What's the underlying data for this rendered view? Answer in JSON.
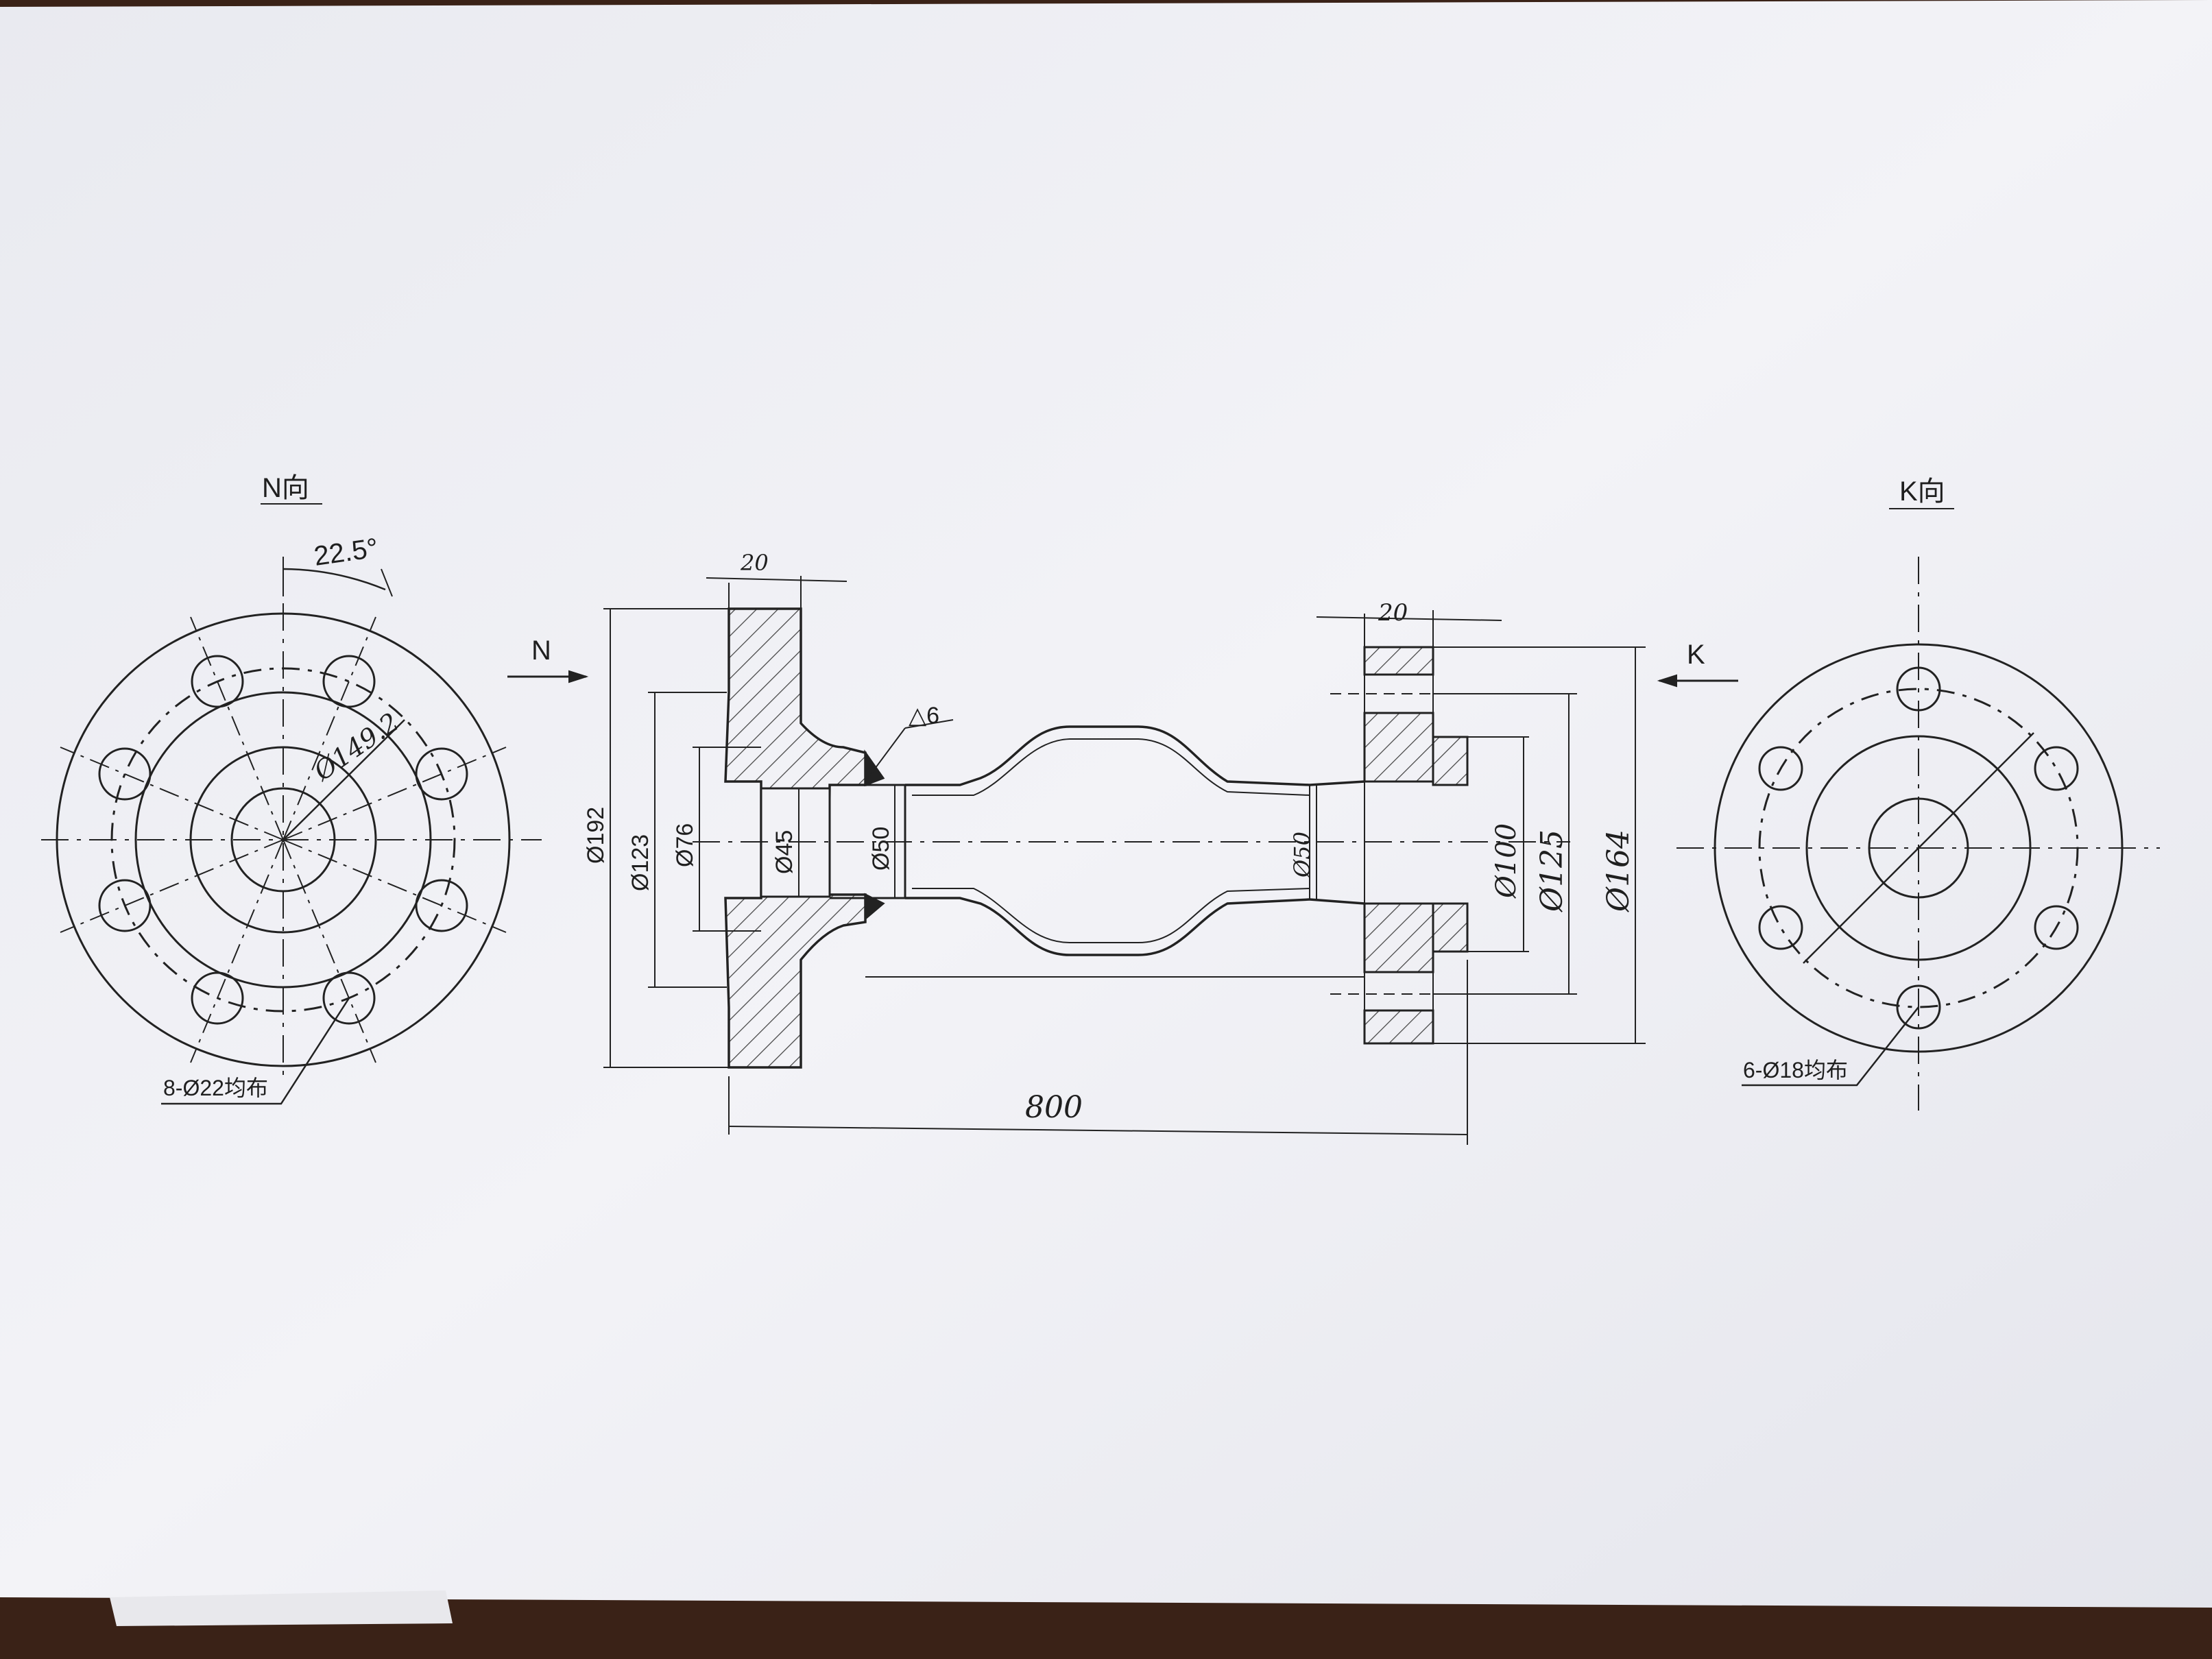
{
  "drawing": {
    "left_view_label": "N向",
    "right_view_label": "K向",
    "arrow_n": "N",
    "arrow_k": "K",
    "left_angle": "22.5°",
    "left_pcd": "Ø149.2",
    "left_holes": "8-Ø22均布",
    "right_holes": "6-Ø18均布",
    "flange_thk_left": "20",
    "flange_thk_right": "20",
    "weld_symbol": "△6",
    "dim_od_left": "Ø192",
    "dim_123": "Ø123",
    "dim_76": "Ø76",
    "dim_45": "Ø45",
    "dim_50a": "Ø50",
    "dim_50b": "Ø50",
    "dim_100": "Ø100",
    "dim_125": "Ø125",
    "dim_164": "Ø164",
    "dim_length": "800"
  }
}
